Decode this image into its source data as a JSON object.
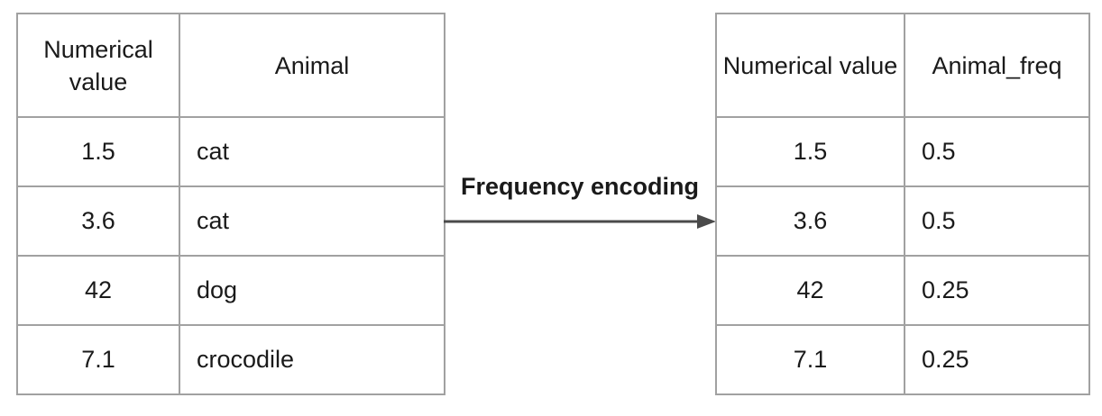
{
  "arrow_label": "Frequency encoding",
  "left_table": {
    "headers": [
      "Numerical value",
      "Animal"
    ],
    "rows": [
      [
        "1.5",
        "cat"
      ],
      [
        "3.6",
        "cat"
      ],
      [
        "42",
        "dog"
      ],
      [
        "7.1",
        "crocodile"
      ]
    ]
  },
  "right_table": {
    "headers": [
      "Numerical value",
      "Animal_freq"
    ],
    "rows": [
      [
        "1.5",
        "0.5"
      ],
      [
        "3.6",
        "0.5"
      ],
      [
        "42",
        "0.25"
      ],
      [
        "7.1",
        "0.25"
      ]
    ]
  },
  "colors": {
    "border": "#a1a1a1",
    "arrow": "#4a4a4a",
    "text": "#1a1a1a",
    "background": "#ffffff"
  }
}
